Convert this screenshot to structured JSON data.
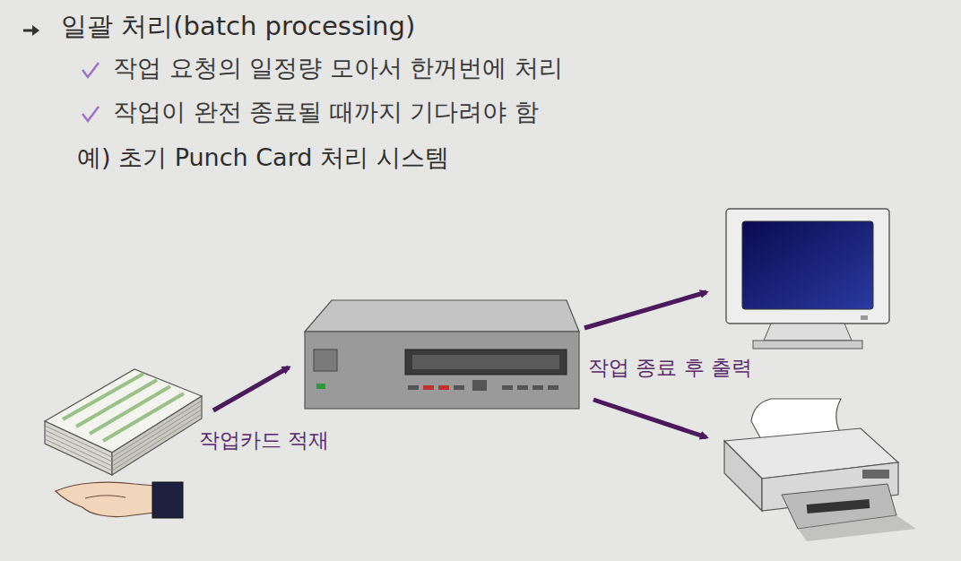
{
  "diagram": {
    "title": "일괄 처리(batch processing)",
    "labels": [
      "작업 요청의 일정량 모아서 한꺼번에 처리",
      "작업이 완전 종료될 때까지 기다려야 함",
      "예) 초기 Punch Card 처리 시스템",
      "작업카드 적재",
      "작업 종료 후 출력"
    ]
  }
}
